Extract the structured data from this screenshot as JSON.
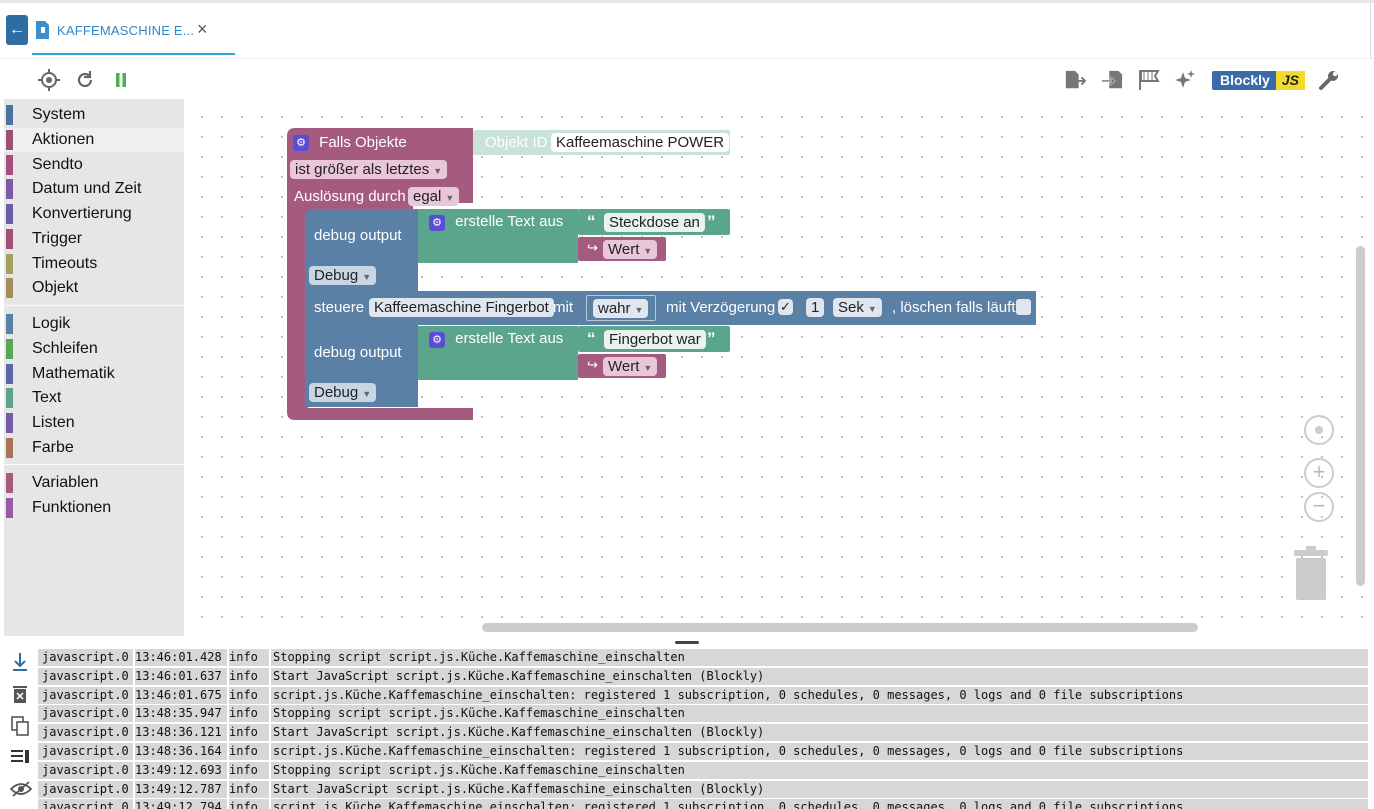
{
  "tab": {
    "title": "KAFFEMASCHINE E...",
    "close": "×"
  },
  "toolbar": {
    "blockly_label": "Blockly",
    "js_label": "JS"
  },
  "toolbox": {
    "categories": [
      {
        "label": "System",
        "color": "#4f6ea1"
      },
      {
        "label": "Aktionen",
        "color": "#9b4f75"
      },
      {
        "label": "Sendto",
        "color": "#a3507f"
      },
      {
        "label": "Datum und Zeit",
        "color": "#7b5aa6"
      },
      {
        "label": "Konvertierung",
        "color": "#6b5ba8"
      },
      {
        "label": "Trigger",
        "color": "#a04f75"
      },
      {
        "label": "Timeouts",
        "color": "#a3a060"
      },
      {
        "label": "Objekt",
        "color": "#a58c5d"
      },
      {
        "label": "Logik",
        "color": "#5b80a5"
      },
      {
        "label": "Schleifen",
        "color": "#5ba55b"
      },
      {
        "label": "Mathematik",
        "color": "#5b67a5"
      },
      {
        "label": "Text",
        "color": "#5ba58c"
      },
      {
        "label": "Listen",
        "color": "#745ba5"
      },
      {
        "label": "Farbe",
        "color": "#a5745b"
      },
      {
        "label": "Variablen",
        "color": "#a55b80"
      },
      {
        "label": "Funktionen",
        "color": "#995ba5"
      }
    ]
  },
  "blocks": {
    "trigger_label": "Falls Objekte",
    "object_id_label": "Objekt ID",
    "object_id_value": "Kaffeemaschine POWER",
    "condition": "ist größer als letztes",
    "ausloesung_label": "Auslösung durch",
    "ausloesung_value": "egal",
    "debug_output_1": "debug output",
    "create_text_1": "erstelle Text aus",
    "text_1": "Steckdose an",
    "wert_1": "Wert",
    "debug_level_1": "Debug",
    "steuere_label": "steuere",
    "steuere_target": "Kaffeemaschine Fingerbot",
    "mit_label": "mit",
    "mit_value": "wahr",
    "delay_label": "mit Verzögerung",
    "delay_check": "✓",
    "delay_value": "1",
    "delay_unit": "Sek",
    "clear_label": ", löschen falls läuft",
    "debug_output_2": "debug output",
    "create_text_2": "erstelle Text aus",
    "text_2": "Fingerbot war",
    "wert_2": "Wert",
    "debug_level_2": "Debug",
    "quote_open": "“",
    "quote_close": "”"
  },
  "log": {
    "rows": [
      {
        "adapter": "javascript.0",
        "time": "13:46:01.428",
        "level": "info",
        "msg": "Stopping script script.js.Küche.Kaffemaschine_einschalten"
      },
      {
        "adapter": "javascript.0",
        "time": "13:46:01.637",
        "level": "info",
        "msg": "Start JavaScript script.js.Küche.Kaffemaschine_einschalten (Blockly)"
      },
      {
        "adapter": "javascript.0",
        "time": "13:46:01.675",
        "level": "info",
        "msg": "script.js.Küche.Kaffemaschine_einschalten: registered 1 subscription, 0 schedules, 0 messages, 0 logs and 0 file subscriptions"
      },
      {
        "adapter": "javascript.0",
        "time": "13:48:35.947",
        "level": "info",
        "msg": "Stopping script script.js.Küche.Kaffemaschine_einschalten"
      },
      {
        "adapter": "javascript.0",
        "time": "13:48:36.121",
        "level": "info",
        "msg": "Start JavaScript script.js.Küche.Kaffemaschine_einschalten (Blockly)"
      },
      {
        "adapter": "javascript.0",
        "time": "13:48:36.164",
        "level": "info",
        "msg": "script.js.Küche.Kaffemaschine_einschalten: registered 1 subscription, 0 schedules, 0 messages, 0 logs and 0 file subscriptions"
      },
      {
        "adapter": "javascript.0",
        "time": "13:49:12.693",
        "level": "info",
        "msg": "Stopping script script.js.Küche.Kaffemaschine_einschalten"
      },
      {
        "adapter": "javascript.0",
        "time": "13:49:12.787",
        "level": "info",
        "msg": "Start JavaScript script.js.Küche.Kaffemaschine_einschalten (Blockly)"
      },
      {
        "adapter": "javascript.0",
        "time": "13:49:12.794",
        "level": "info",
        "msg": "script.js.Küche.Kaffemaschine_einschalten: registered 1 subscription, 0 schedules, 0 messages, 0 logs and 0 file subscriptions"
      }
    ]
  }
}
